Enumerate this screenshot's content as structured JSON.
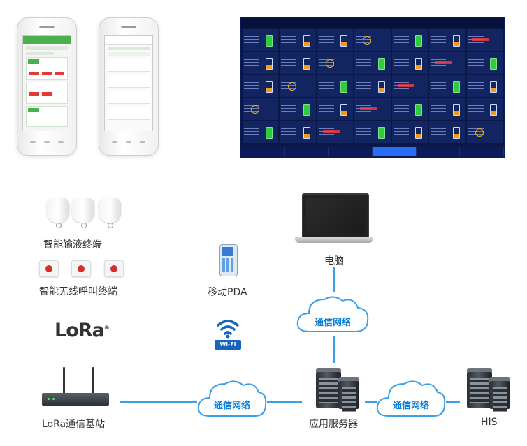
{
  "labels": {
    "infusion_terminal": "智能输液终端",
    "wireless_call_terminal": "智能无线呼叫终端",
    "mobile_pda": "移动PDA",
    "computer": "电脑",
    "lora_base_station": "LoRa通信基站",
    "app_server": "应用服务器",
    "his": "HIS"
  },
  "clouds": {
    "upper": "通信网络",
    "middle": "通信网络",
    "right": "通信网络"
  },
  "logos": {
    "lora": "LoRa",
    "wifi": "Wi-Fi"
  },
  "colors": {
    "link": "#3aa0e8",
    "cloud_text": "#0d7fd6",
    "monitor_bg": "#0b1744",
    "alarm": "#ff3b3b",
    "active_tab": "#2a6df5"
  },
  "icons": [
    "phone-icon",
    "monitor-screenshot",
    "infusion-terminal-icon",
    "call-button-icon",
    "laptop-icon",
    "pda-icon",
    "wifi-icon",
    "cloud-icon",
    "server-icon",
    "router-icon"
  ]
}
